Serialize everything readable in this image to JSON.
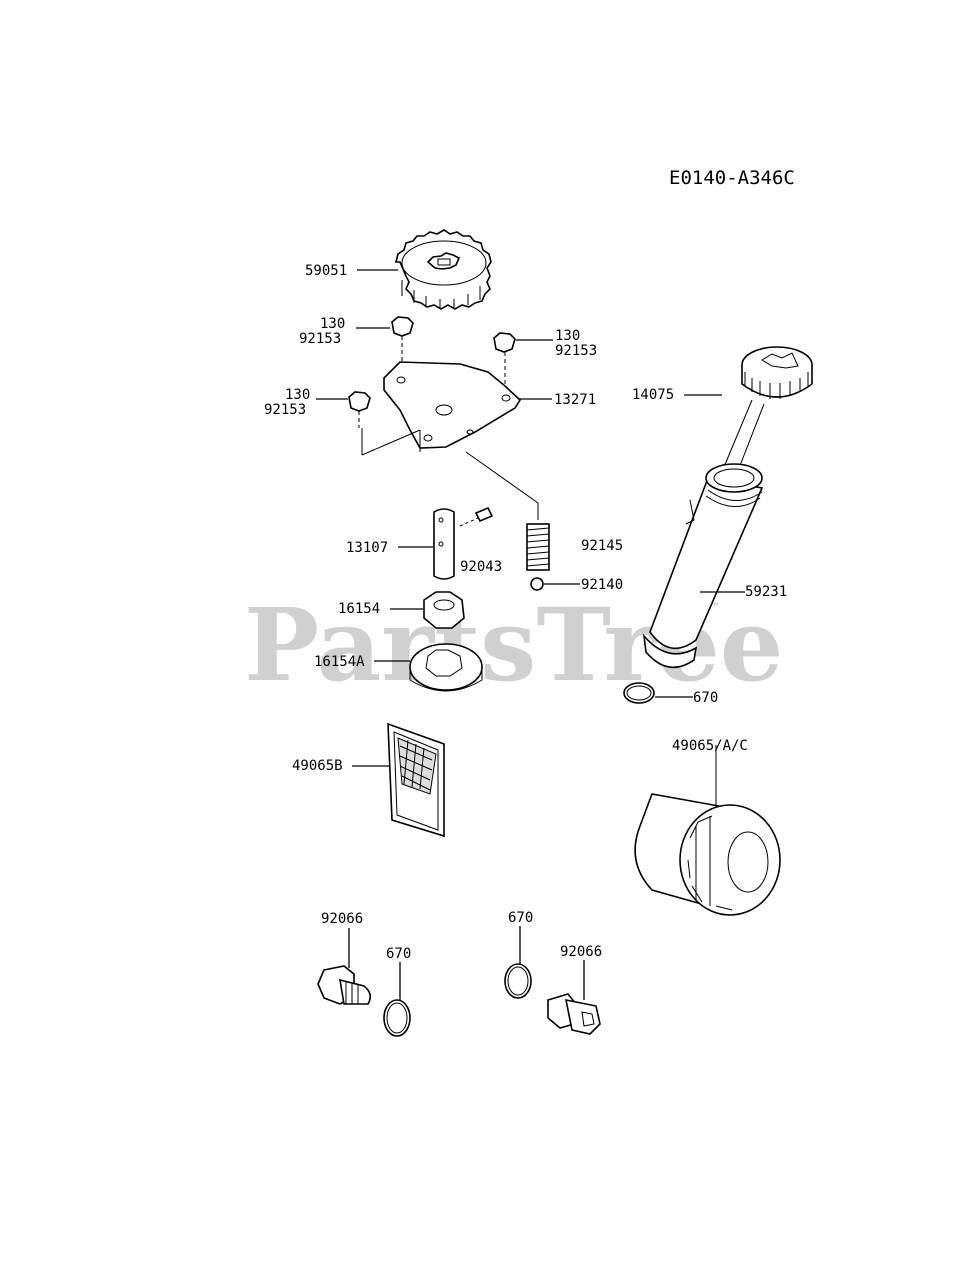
{
  "diagram_code": "E0140-A346C",
  "watermark": "PartsTree",
  "watermark_mark": "™",
  "callouts": {
    "gear": "59051",
    "bolt_a_qty": "130",
    "bolt_a_part": "92153",
    "bolt_b_qty": "130",
    "bolt_b_part": "92153",
    "bolt_c_qty": "130",
    "bolt_c_part": "92153",
    "cover_plate": "13271",
    "dipstick": "14075",
    "pin": "13107",
    "spring": "92145",
    "pin_small": "92043",
    "ball": "92140",
    "rotor_inner": "16154",
    "rotor_outer": "16154A",
    "filler_tube": "59231",
    "oring_tube": "670",
    "screen": "49065B",
    "oil_filter": "49065/A/C",
    "plug_left": "92066",
    "oring_left": "670",
    "oring_right": "670",
    "plug_right": "92066"
  }
}
